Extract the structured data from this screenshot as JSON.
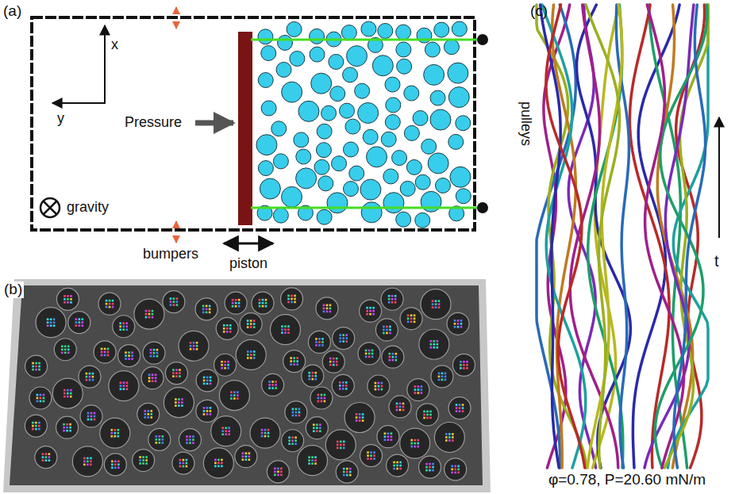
{
  "diagram": {
    "labels": [
      "(a)",
      "x",
      "y",
      "Pressure",
      "gravity",
      "bumpers",
      "piston",
      "pulleys",
      "(b)",
      "(c)",
      "t",
      "φ=0.78, P=20.60 mN/m"
    ]
  }
}
